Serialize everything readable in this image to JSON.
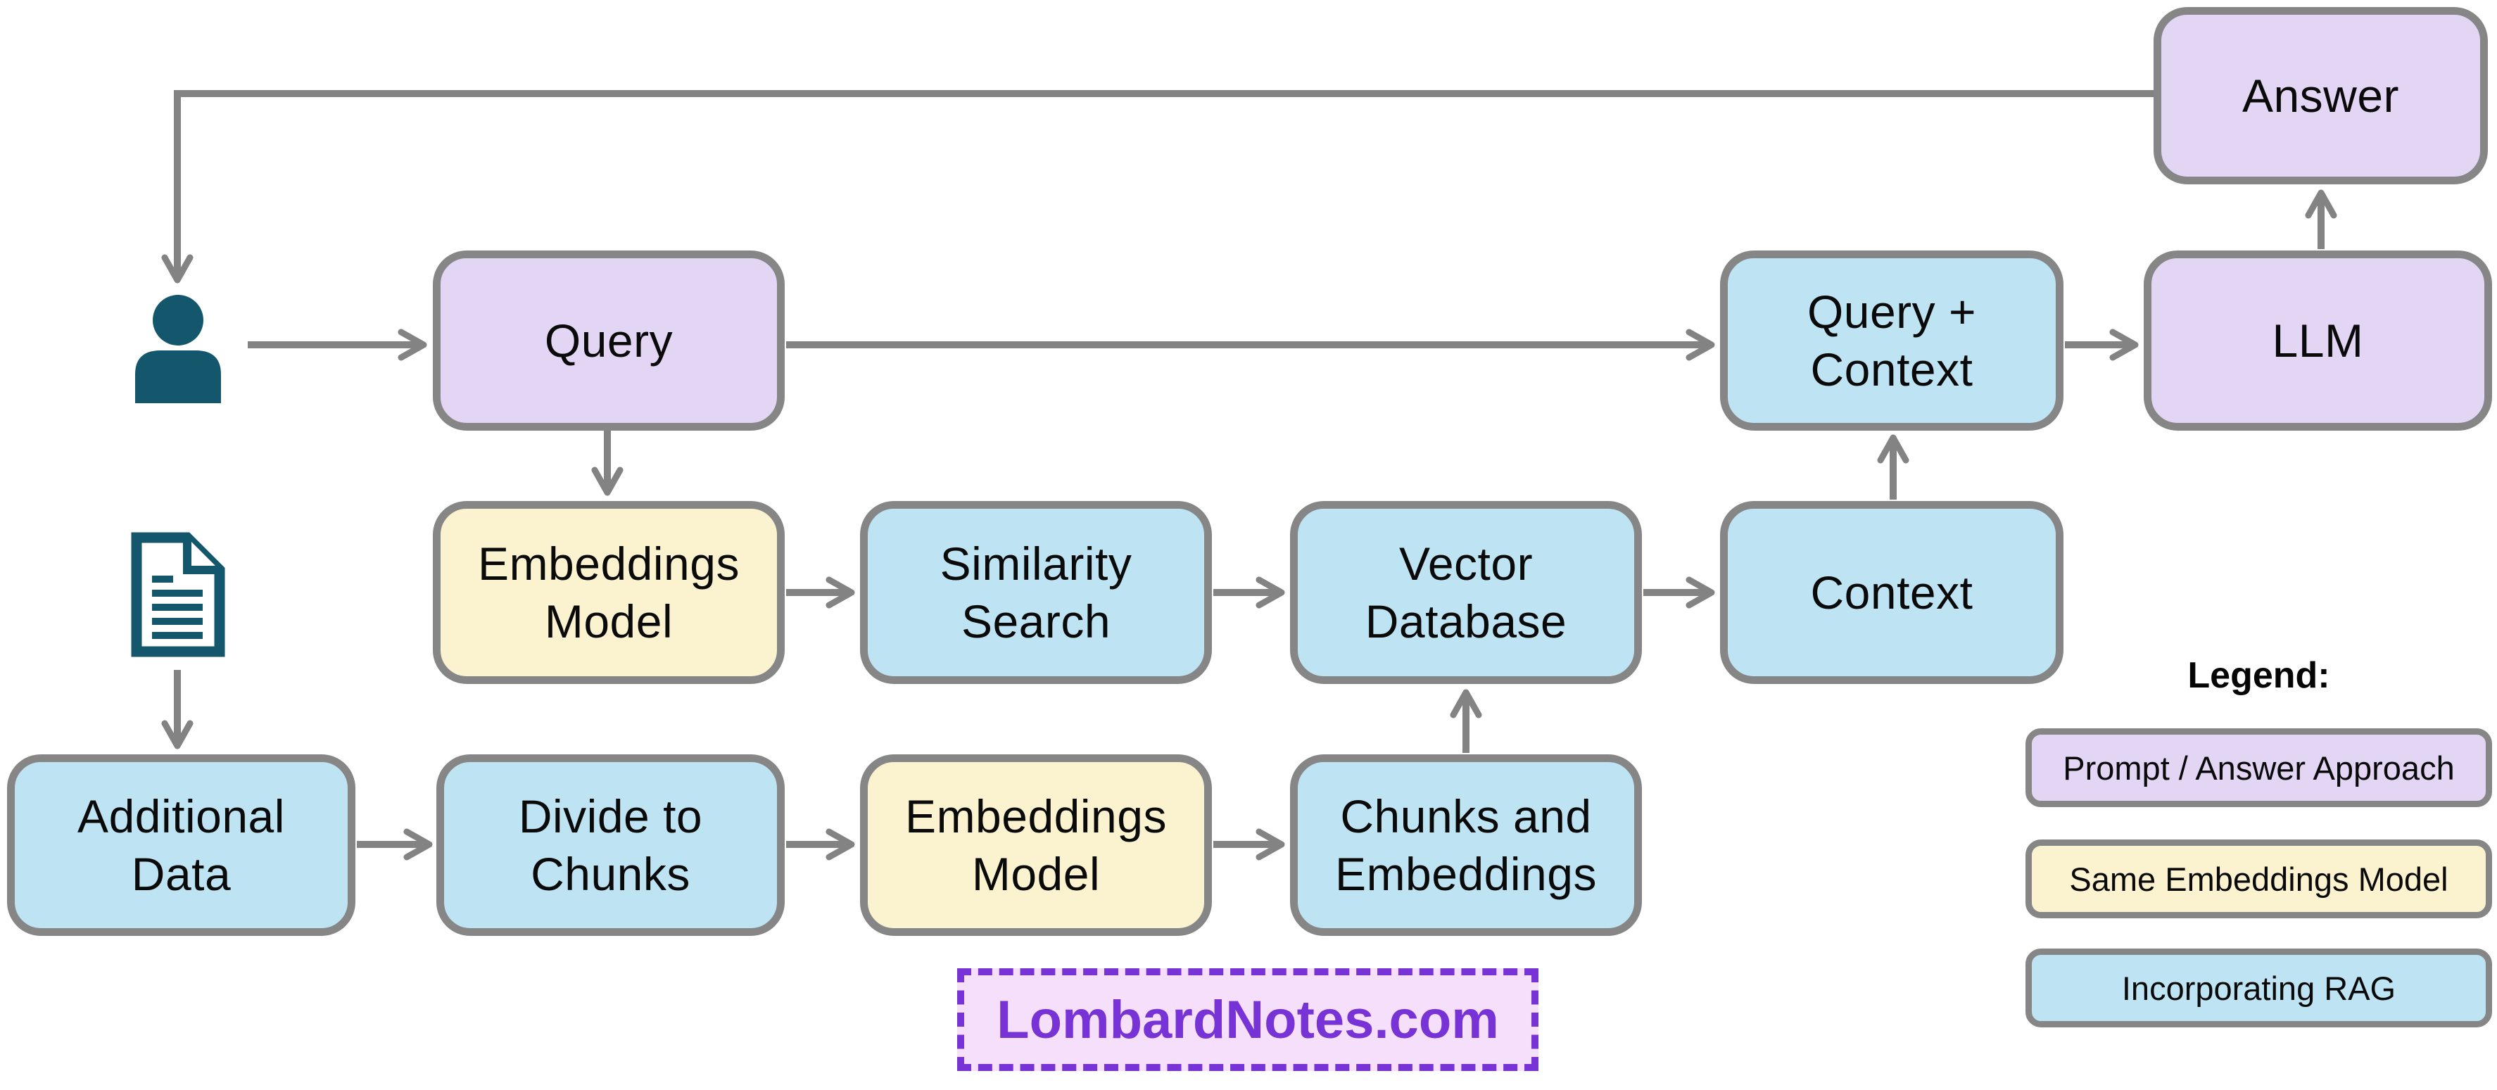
{
  "diagram_type": "flowchart",
  "nodes": {
    "answer": {
      "label": "Answer",
      "lines": [
        "Answer"
      ],
      "category": "prompt"
    },
    "query": {
      "label": "Query",
      "lines": [
        "Query"
      ],
      "category": "prompt"
    },
    "query_context": {
      "label": "Query + Context",
      "lines": [
        "Query +",
        "Context"
      ],
      "category": "rag"
    },
    "llm": {
      "label": "LLM",
      "lines": [
        "LLM"
      ],
      "category": "prompt"
    },
    "embeddings_model_query": {
      "label": "Embeddings Model",
      "lines": [
        "Embeddings",
        "Model"
      ],
      "category": "embeddings"
    },
    "similarity_search": {
      "label": "Similarity Search",
      "lines": [
        "Similarity",
        "Search"
      ],
      "category": "rag"
    },
    "vector_database": {
      "label": "Vector Database",
      "lines": [
        "Vector",
        "Database"
      ],
      "category": "rag"
    },
    "context": {
      "label": "Context",
      "lines": [
        "Context"
      ],
      "category": "rag"
    },
    "additional_data": {
      "label": "Additional Data",
      "lines": [
        "Additional",
        "Data"
      ],
      "category": "rag"
    },
    "divide_to_chunks": {
      "label": "Divide to Chunks",
      "lines": [
        "Divide to",
        "Chunks"
      ],
      "category": "rag"
    },
    "embeddings_model_data": {
      "label": "Embeddings Model",
      "lines": [
        "Embeddings",
        "Model"
      ],
      "category": "embeddings"
    },
    "chunks_and_embeddings": {
      "label": "Chunks and Embeddings",
      "lines": [
        "Chunks and",
        "Embeddings"
      ],
      "category": "rag"
    }
  },
  "icons": {
    "user": "user-icon",
    "document": "document-icon"
  },
  "edges": [
    {
      "from": "answer",
      "to": "user-icon"
    },
    {
      "from": "user-icon",
      "to": "query"
    },
    {
      "from": "query",
      "to": "query_context"
    },
    {
      "from": "query_context",
      "to": "llm"
    },
    {
      "from": "llm",
      "to": "answer"
    },
    {
      "from": "query",
      "to": "embeddings_model_query"
    },
    {
      "from": "embeddings_model_query",
      "to": "similarity_search"
    },
    {
      "from": "similarity_search",
      "to": "vector_database"
    },
    {
      "from": "vector_database",
      "to": "context"
    },
    {
      "from": "context",
      "to": "query_context"
    },
    {
      "from": "document-icon",
      "to": "additional_data"
    },
    {
      "from": "additional_data",
      "to": "divide_to_chunks"
    },
    {
      "from": "divide_to_chunks",
      "to": "embeddings_model_data"
    },
    {
      "from": "embeddings_model_data",
      "to": "chunks_and_embeddings"
    },
    {
      "from": "chunks_and_embeddings",
      "to": "vector_database"
    }
  ],
  "legend": {
    "title": "Legend:",
    "items": [
      {
        "label": "Prompt / Answer Approach",
        "category": "prompt",
        "color": "#e3d6f5"
      },
      {
        "label": "Same Embeddings Model",
        "category": "embeddings",
        "color": "#fbf3d0"
      },
      {
        "label": "Incorporating RAG",
        "category": "rag",
        "color": "#bee4f4"
      }
    ]
  },
  "watermark": {
    "text": "LombardNotes.com",
    "accent_color": "#7733d6",
    "background_color": "#f6dffa"
  },
  "colors": {
    "prompt_fill": "#e3d6f5",
    "embeddings_fill": "#fbf3d0",
    "rag_fill": "#bee4f4",
    "node_border": "#868686",
    "arrow": "#838383",
    "icon_teal": "#14576d",
    "text": "#0a0a0a",
    "background": "#ffffff"
  }
}
